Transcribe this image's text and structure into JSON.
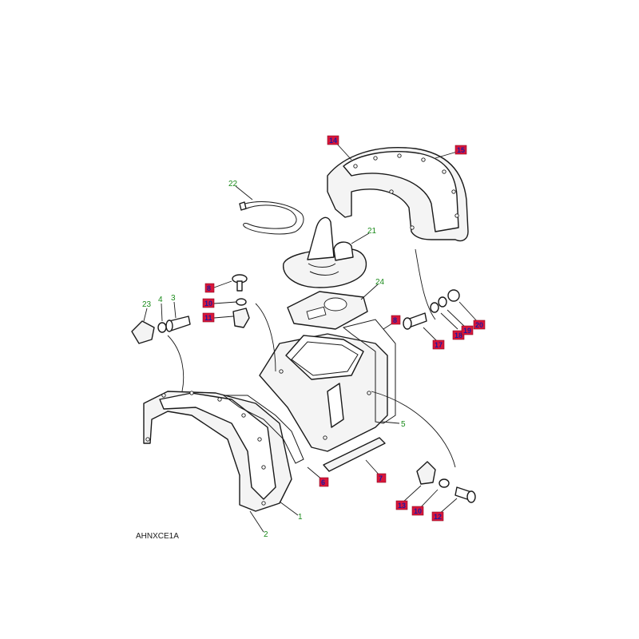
{
  "diagram": {
    "reference_code": "AHNXCE1A",
    "callouts_plain": [
      {
        "id": "c22",
        "label": "22"
      },
      {
        "id": "c21",
        "label": "21"
      },
      {
        "id": "c24",
        "label": "24"
      },
      {
        "id": "c23",
        "label": "23"
      },
      {
        "id": "c4",
        "label": "4"
      },
      {
        "id": "c3",
        "label": "3"
      },
      {
        "id": "c5",
        "label": "5"
      },
      {
        "id": "c1",
        "label": "1"
      },
      {
        "id": "c2",
        "label": "2"
      }
    ],
    "callouts_highlighted": [
      {
        "id": "h14",
        "label": "14"
      },
      {
        "id": "h15",
        "label": "15"
      },
      {
        "id": "h8a",
        "label": "8"
      },
      {
        "id": "h10a",
        "label": "10"
      },
      {
        "id": "h11a",
        "label": "11"
      },
      {
        "id": "h8b",
        "label": "8"
      },
      {
        "id": "h17",
        "label": "17"
      },
      {
        "id": "h18",
        "label": "18"
      },
      {
        "id": "h19",
        "label": "19"
      },
      {
        "id": "h20",
        "label": "20"
      },
      {
        "id": "h6",
        "label": "6"
      },
      {
        "id": "h7",
        "label": "7"
      },
      {
        "id": "h13",
        "label": "13"
      },
      {
        "id": "h10b",
        "label": "10"
      },
      {
        "id": "h12",
        "label": "12"
      }
    ]
  }
}
